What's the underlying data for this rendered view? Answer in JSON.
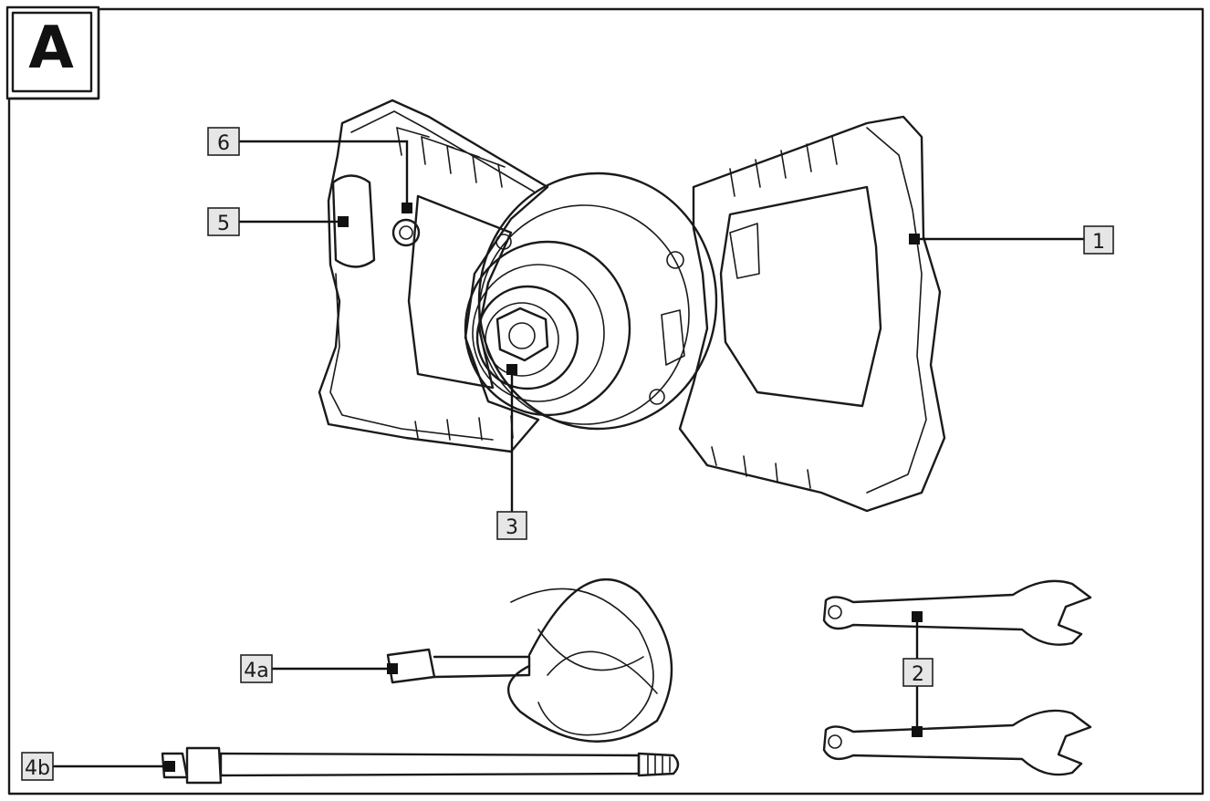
{
  "figure": {
    "panel_label": "A",
    "callouts": [
      {
        "id": "1",
        "label": "1",
        "part": "handle"
      },
      {
        "id": "2",
        "label": "2",
        "part": "wrenches"
      },
      {
        "id": "3",
        "label": "3",
        "part": "spindle"
      },
      {
        "id": "4a",
        "label": "4a",
        "part": "mixing-paddle"
      },
      {
        "id": "4b",
        "label": "4b",
        "part": "extension-rod"
      },
      {
        "id": "5",
        "label": "5",
        "part": "on-off-switch"
      },
      {
        "id": "6",
        "label": "6",
        "part": "lock-button"
      }
    ]
  },
  "colors": {
    "line": "#1a1a1a",
    "label_box": "#e6e6e6",
    "background": "#ffffff"
  }
}
